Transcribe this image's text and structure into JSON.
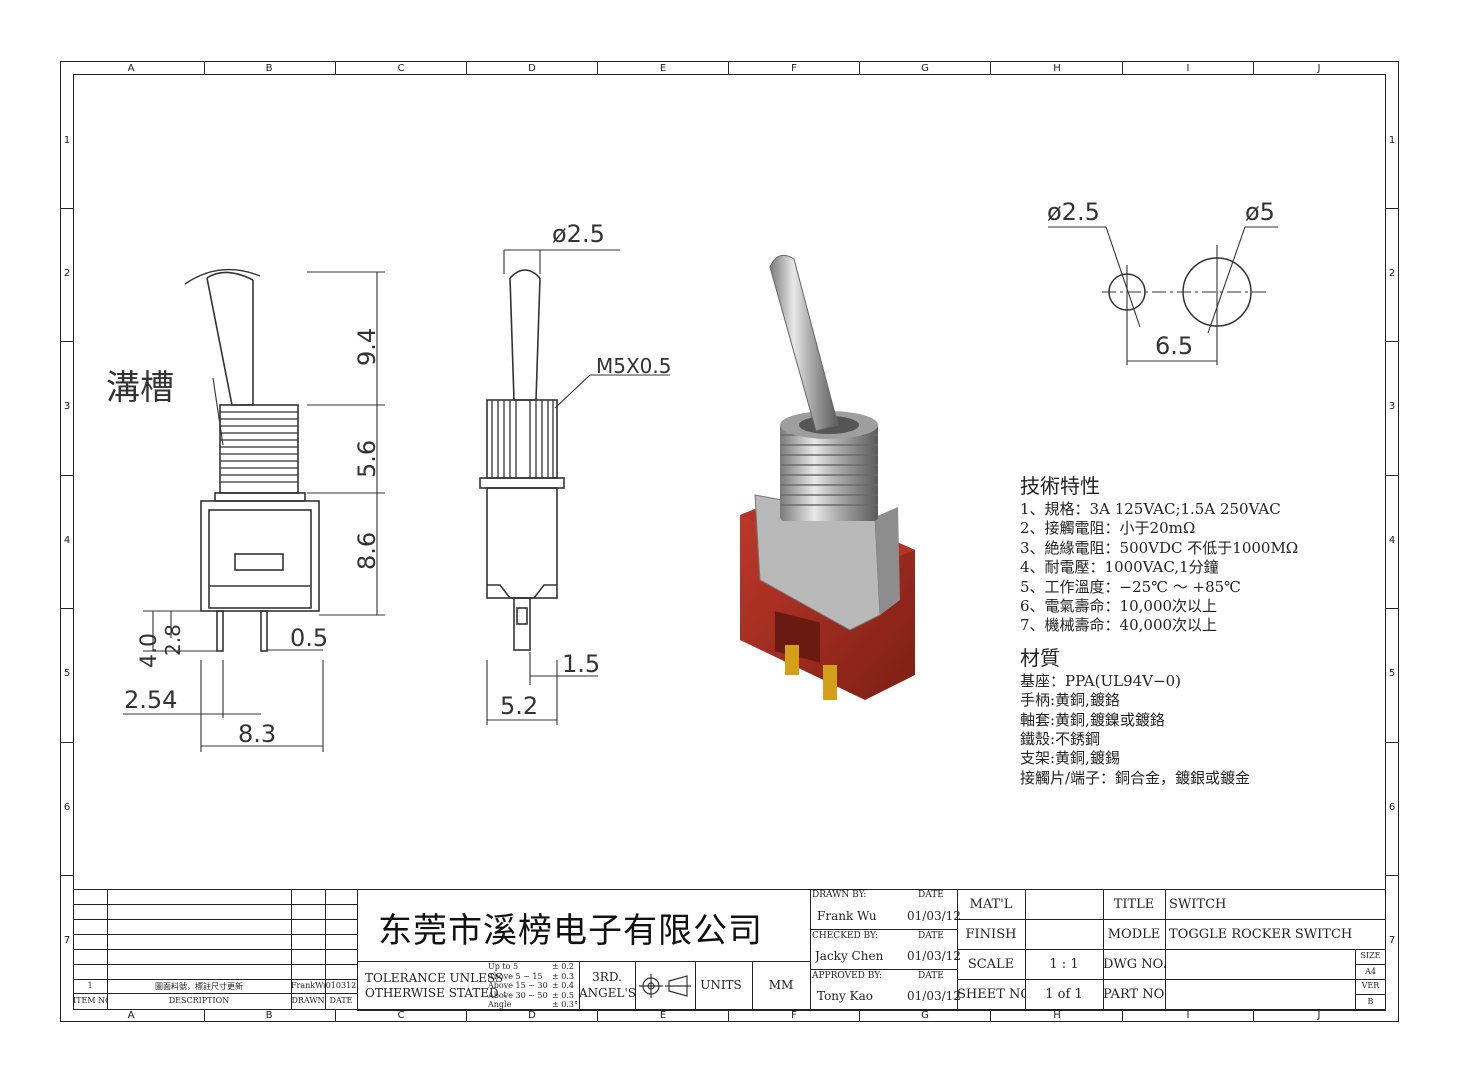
{
  "zones": {
    "letters": [
      "A",
      "B",
      "C",
      "D",
      "E",
      "F",
      "G",
      "H",
      "I",
      "J"
    ],
    "numbers": [
      "1",
      "2",
      "3",
      "4",
      "5",
      "6",
      "7"
    ]
  },
  "side_view": {
    "groove_label": "溝槽",
    "dims": {
      "lever": "9.4",
      "bushing": "5.6",
      "body": "8.6",
      "pin_len": "4.0",
      "pin_short": "2.8",
      "pin_w": "0.5",
      "pitch": "2.54",
      "width": "8.3"
    }
  },
  "front_view": {
    "dims": {
      "lever_dia": "ø2.5",
      "thread": "M5X0.5",
      "pin_w": "1.5",
      "width": "5.2"
    }
  },
  "panel_cutout": {
    "dims": {
      "small_hole": "ø2.5",
      "large_hole": "ø5",
      "spacing": "6.5"
    }
  },
  "specs": {
    "heading": "技術特性",
    "lines": [
      "1、規格：3A 125VAC;1.5A 250VAC",
      "2、接觸電阻：小于20mΩ",
      "3、絶緣電阻：500VDC 不低于1000MΩ",
      "4、耐電壓：1000VAC,1分鐘",
      "5、工作溫度：−25℃ ～ +85℃",
      "6、電氣壽命：10,000次以上",
      "7、機械壽命：40,000次以上"
    ],
    "material_heading": "材質",
    "materials": [
      "基座：PPA(UL94V−0)",
      "手柄:黄銅,鍍鉻",
      "軸套:黄銅,鍍鎳或鍍鉻",
      "鐵殼:不銹鋼",
      "支架:黄銅,鍍錫",
      "接觸片/端子：銅合金，鍍銀或鍍金"
    ]
  },
  "title_block": {
    "revision": {
      "item": "1",
      "description": "圖面料號，標註尺寸更新",
      "drawn": "FrankWu",
      "date": "010312"
    },
    "rev_headers": {
      "item": "ITEM NO",
      "description": "DESCRIPTION",
      "drawn": "DRAWN",
      "date": "DATE"
    },
    "company": "东莞市溪榜电子有限公司",
    "tolerance_label": "TOLERANCE UNLESS OTHERWISE STATED :",
    "tolerance_label_1": "TOLERANCE UNLESS",
    "tolerance_label_2": "OTHERWISE STATED :",
    "tolerances": [
      {
        "range": "Up  to  5",
        "value": "± 0.2"
      },
      {
        "range": "Above 5   ~ 15",
        "value": "± 0.3"
      },
      {
        "range": "Above 15 ~ 30",
        "value": "± 0.4"
      },
      {
        "range": "Above 30 ~ 50",
        "value": "± 0.5"
      },
      {
        "range": "Angle",
        "value": "± 0.3°"
      }
    ],
    "projection_1": "3RD.",
    "projection_2": "ANGEL'S",
    "units_label": "UNITS",
    "units_value": "MM",
    "drawn_by_label": "DRAWN BY:",
    "drawn_by": "Frank Wu",
    "drawn_date": "01/03/12",
    "checked_by_label": "CHECKED BY:",
    "checked_by": "Jacky Chen",
    "checked_date": "01/03/12",
    "approved_by_label": "APPROVED BY:",
    "approved_by": "Tony Kao",
    "approved_date": "01/03/12",
    "date_label": "DATE",
    "matl_label": "MAT'L",
    "finish_label": "FINISH",
    "scale_label": "SCALE",
    "scale_value": "1 : 1",
    "sheet_label": "SHEET NO.",
    "sheet_value": "1 of 1",
    "title_label": "TITLE",
    "title_value": "SWITCH",
    "modle_label": "MODLE",
    "modle_value": "TOGGLE ROCKER SWITCH",
    "dwg_label": "DWG NO.",
    "part_label": "PART NO.",
    "size_label": "SIZE",
    "size_value": "A4",
    "ver_label": "VER",
    "ver_value": "B"
  }
}
